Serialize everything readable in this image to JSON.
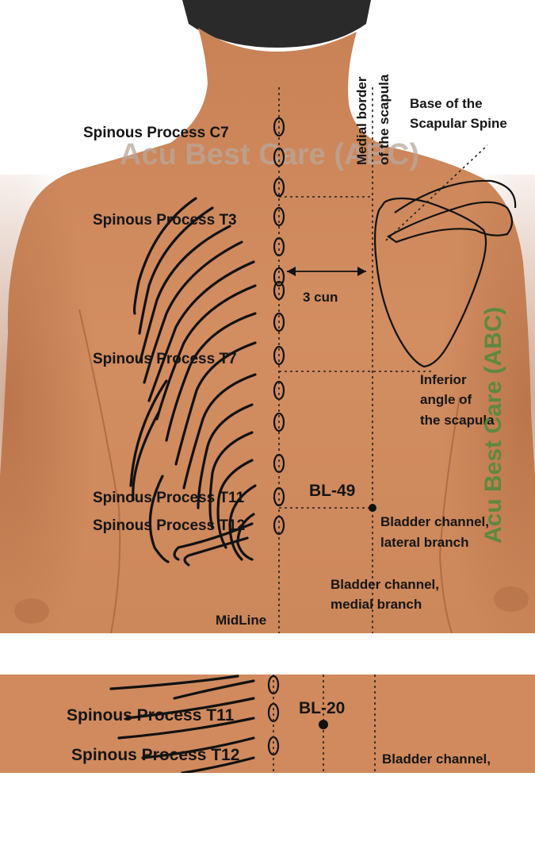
{
  "main_figure": {
    "labels": {
      "spinous_c7": "Spinous Process C7",
      "spinous_t3": "Spinous Process T3",
      "spinous_t7": "Spinous Process T7",
      "spinous_t11": "Spinous Process T11",
      "spinous_t12": "Spinous Process T12",
      "medial_border_line1": "Medial border",
      "medial_border_line2": "of the scapula",
      "base_spine_line1": "Base of the",
      "base_spine_line2": "Scapular Spine",
      "three_cun": "3 cun",
      "inferior_line1": "Inferior",
      "inferior_line2": "angle of",
      "inferior_line3": "the scapula",
      "acupoint": "BL-49",
      "lateral_line1": "Bladder channel,",
      "lateral_line2": "lateral branch",
      "medial_line1": "Bladder channel,",
      "medial_line2": "medial branch",
      "midline": "MidLine"
    },
    "watermark_horizontal": "Acu Best Care (ABC)",
    "watermark_vertical": "Acu Best Care (ABC)"
  },
  "detail_figure": {
    "labels": {
      "spinous_t11": "Spinous Process T11",
      "spinous_t12": "Spinous Process T12",
      "acupoint": "BL-20",
      "bladder_partial": "Bladder channel,"
    }
  },
  "colors": {
    "skin": "#d08a5d",
    "skin_shadow": "#b36c43",
    "watermark_gray": "#b9a79a",
    "watermark_green": "#4d8a3d"
  }
}
